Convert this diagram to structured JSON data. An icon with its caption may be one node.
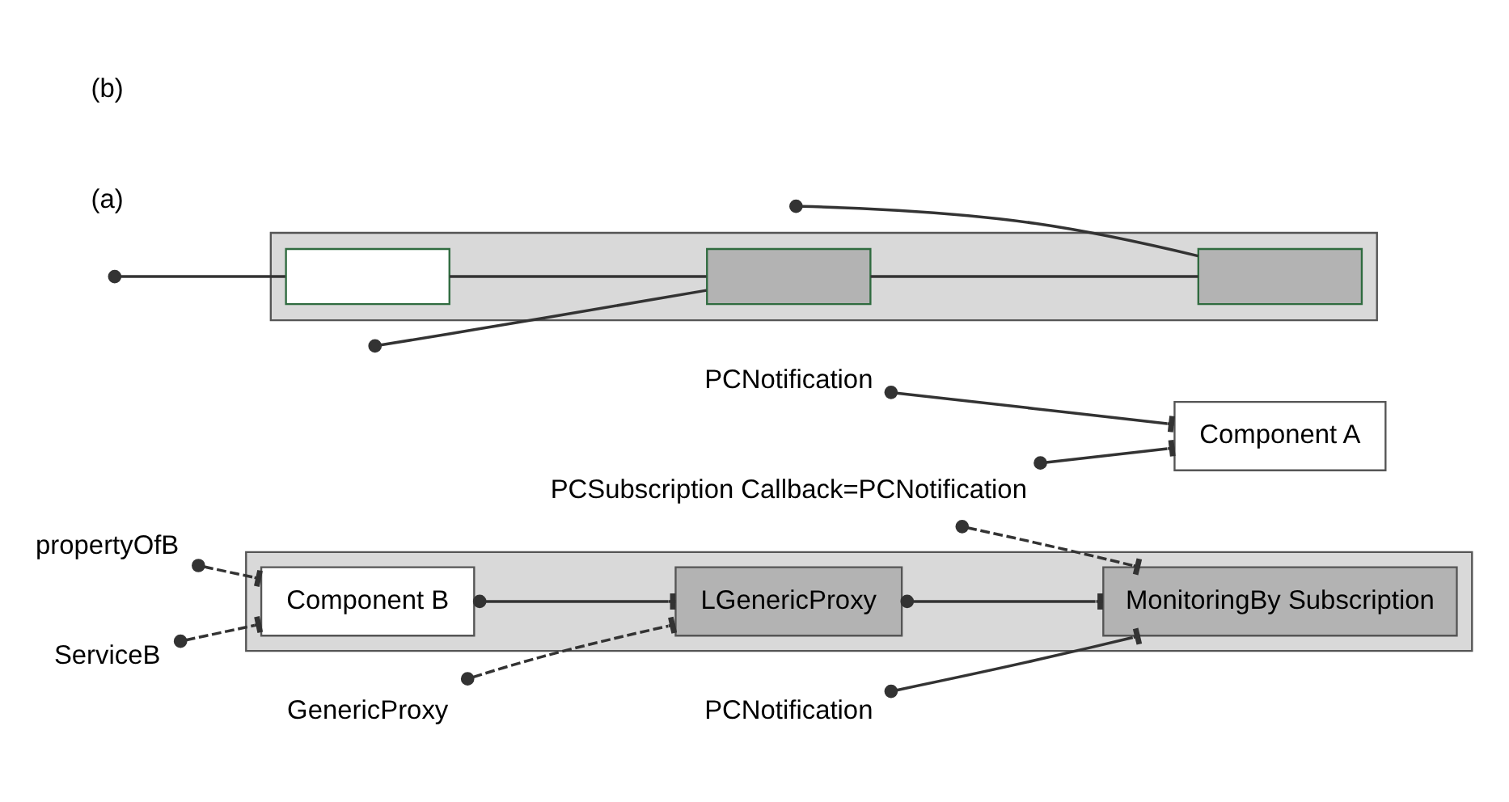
{
  "diagram": {
    "nodes": [
      {
        "text": [
          "PCNotification"
        ]
      },
      {
        "text": [
          "Component A"
        ]
      },
      {
        "text": [],
        "shape": "box"
      },
      {
        "text": [
          "propertyOfB"
        ]
      },
      {
        "text": [
          "ServiceB"
        ]
      },
      {
        "text": [
          "Component B"
        ],
        "in": 2
      },
      {
        "text": [
          "GenericProxy"
        ]
      },
      {
        "text": [
          "LGenericProxy"
        ],
        "in": 2
      },
      {
        "text": [
          "PCNotification"
        ]
      },
      {
        "text": [
          "MonitoringBy Subscription"
        ],
        "in": 2
      },
      {
        "text": [
          "PCSubscription Callback=PCNotification"
        ]
      },
      {
        "text": [],
        "shape": "box"
      },
      {
        "text": [],
        "shape": "box",
        "in": 11
      },
      {
        "text": [],
        "shape": "box",
        "in": 11
      },
      {
        "text": [],
        "shape": "box",
        "in": 11
      }
    ],
    "edges": [
      {
        "from": 0,
        "to": 1,
        "arrow": "other"
      },
      {
        "from": 10,
        "to": 1,
        "arrow": "other"
      },
      {
        "from": 3,
        "to": 5,
        "arrow": "other",
        "style": "dashed"
      },
      {
        "from": 4,
        "to": 5,
        "arrow": "other",
        "style": "dashed"
      },
      {
        "from": 5,
        "to": 7,
        "arrow": "other"
      },
      {
        "from": 6,
        "to": 7,
        "arrow": "other",
        "style": "dashed"
      },
      {
        "from": 7,
        "to": 9,
        "arrow": "other"
      },
      {
        "from": 8,
        "to": 9,
        "arrow": "other"
      },
      {
        "from": 10,
        "to": 9,
        "arrow": "other",
        "style": "dashed"
      },
      {
        "from": null,
        "to": 12,
        "arrow": "other"
      },
      {
        "from": null,
        "to": 13,
        "arrow": "other"
      },
      {
        "from": null,
        "to": 14,
        "arrow": "other"
      },
      {
        "from": 12,
        "to": 13,
        "arrow": "none"
      },
      {
        "from": 13,
        "to": 14,
        "arrow": "none"
      }
    ],
    "labels": [
      "(a)",
      "(b)"
    ]
  }
}
